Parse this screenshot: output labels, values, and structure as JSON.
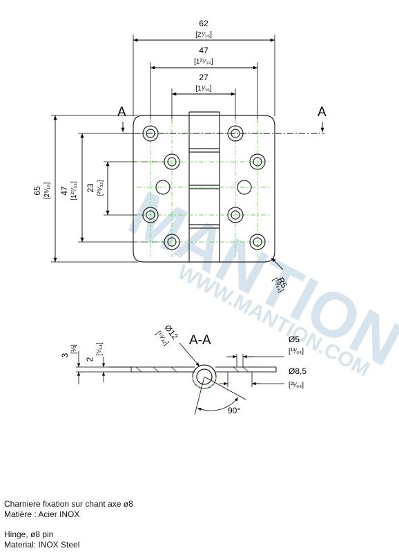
{
  "watermark": {
    "logo_text": "MANTION",
    "url_text": "WWW.MANTION.COM"
  },
  "top_view": {
    "width_overall": {
      "mm": "62",
      "inch": "[2⁷⁄₁₆]"
    },
    "outer_hole_span": {
      "mm": "47",
      "inch": "[1²⁷⁄₃₂]"
    },
    "inner_hole_span": {
      "mm": "27",
      "inch": "[1¹⁄₁₆]"
    },
    "height_overall": {
      "mm": "65",
      "inch": "[2⁹⁄₁₆]"
    },
    "vertical_hole_span": {
      "mm": "47",
      "inch": "[1²⁷⁄₃₂]"
    },
    "vertical_inner_span": {
      "mm": "23",
      "inch": "[²⁹⁄₃₂]"
    },
    "corner_radius": {
      "mm": "R5",
      "inch": "[¹³⁄₆₄]"
    },
    "section_marker_left": "A",
    "section_marker_right": "A"
  },
  "section_view": {
    "title": "A-A",
    "knuckle_dia": {
      "mm": "Ø12",
      "inch": "[¹⁵⁄₃₂]"
    },
    "thickness_total": {
      "mm": "3",
      "inch": "[⅛]"
    },
    "thickness_leaf": {
      "mm": "2",
      "inch": "[⁵⁄₆₄]"
    },
    "pin_hole": {
      "mm": "Ø5",
      "inch": "[¹³⁄₆₄]"
    },
    "countersink": {
      "mm": "Ø8,5",
      "inch": "[²¹⁄₆₄]"
    },
    "angle": "90°"
  },
  "description": {
    "fr_line1": "Charniere fixation sur chant axe ø8",
    "fr_line2": "Matière : Acier INOX",
    "en_line1": "Hinge, ø8 pin",
    "en_line2": "Material: INOX Steel"
  },
  "colors": {
    "centerline": "#66dd55",
    "line": "#222222",
    "watermark": "#8fb3cc"
  }
}
